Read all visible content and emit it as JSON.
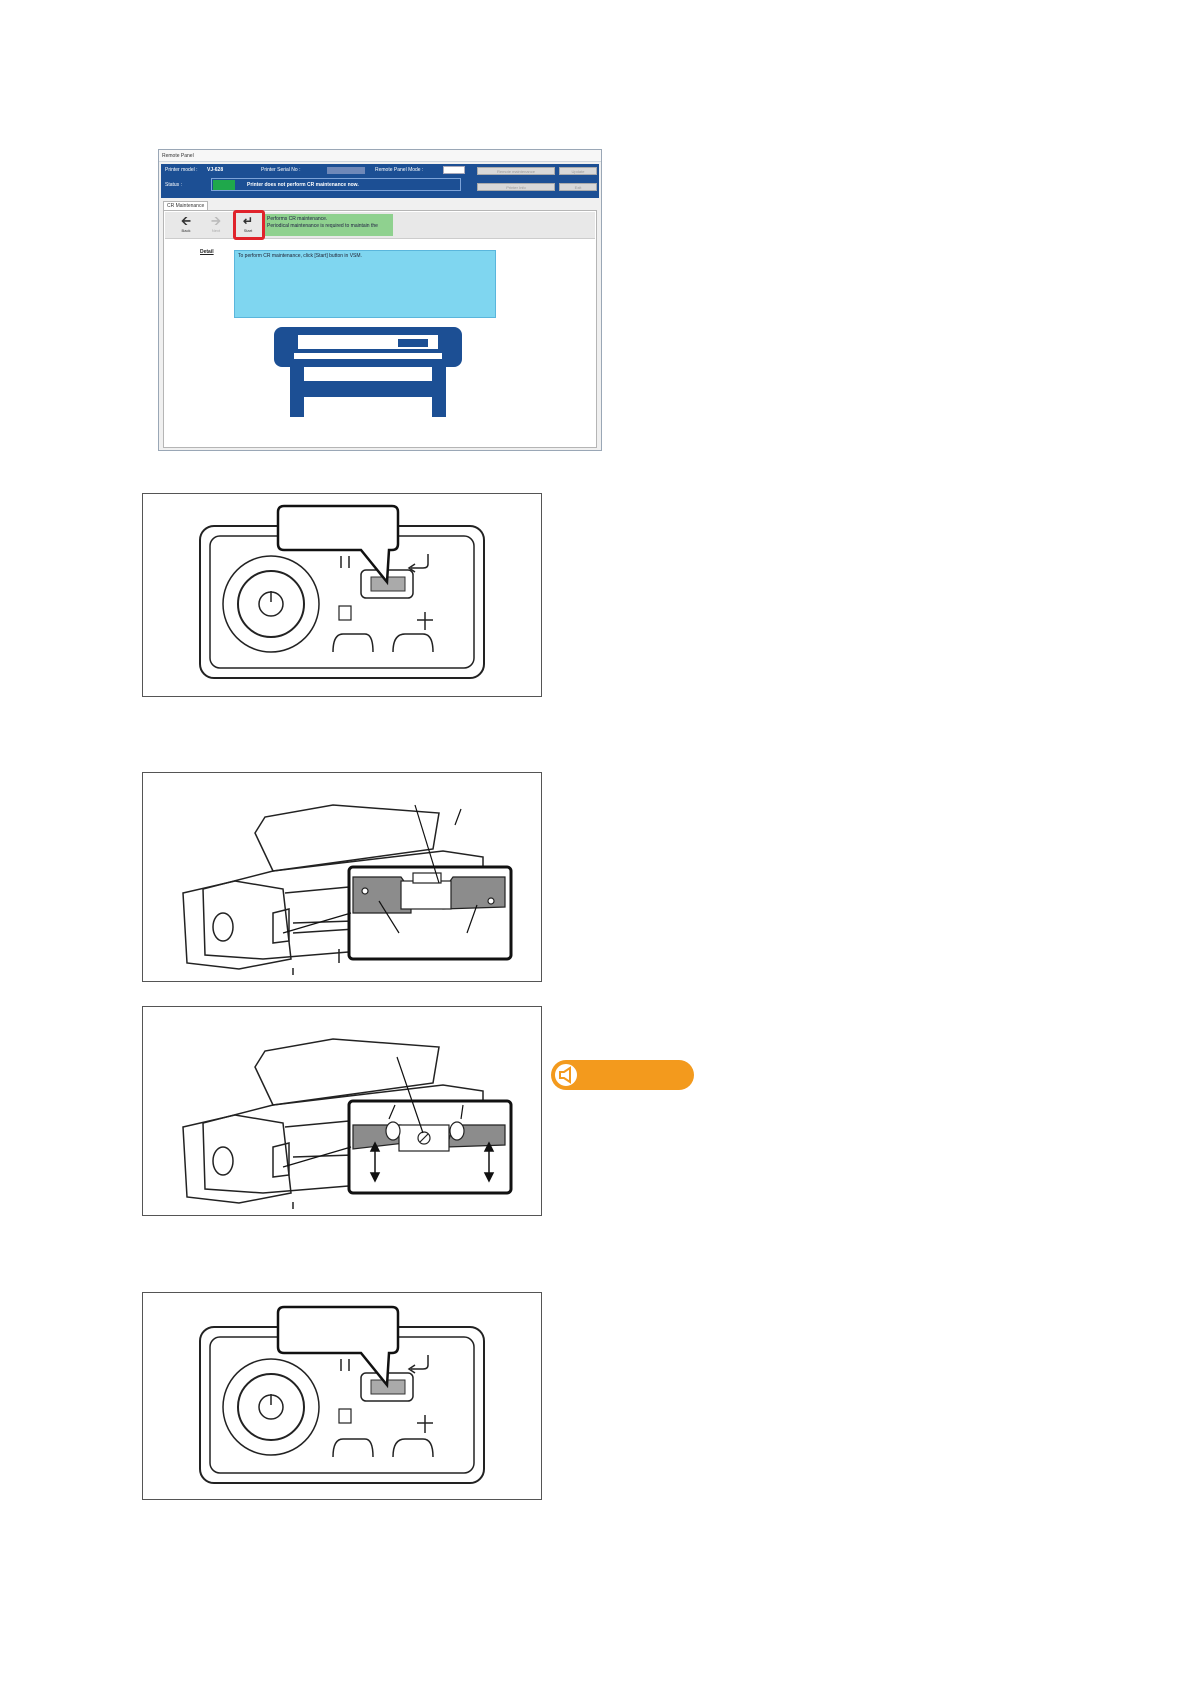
{
  "remote_panel": {
    "window_title": "Remote Panel",
    "printer_model_label": "Printer model :",
    "printer_model_value": "VJ-628",
    "serial_label": "Printer Serial No :",
    "mode_label": "Remote Panel Mode :",
    "status_label": "Status :",
    "status_text": "Printer does not perform CR maintenance now.",
    "header_buttons": [
      "Remote maintenance",
      "Update",
      "Printer Info",
      "Exit"
    ],
    "tab_label": "CR Maintenance",
    "toolbar": {
      "back": "Back",
      "next": "Next",
      "start": "Start"
    },
    "message_lines": [
      "Performs CR maintenance.",
      "Periodical maintenance is required to maintain the"
    ],
    "detail_label": "Detail",
    "detail_text": "To perform CR maintenance, click [Start] button in VSM.",
    "colors": {
      "header": "#1c4f94",
      "status_lamp": "#1fa84b",
      "detail_bg": "#7fd6f0",
      "message_bg": "#8fd18f",
      "highlight": "#e0232b"
    }
  },
  "figures": [
    {
      "id": "operation-panel-1",
      "icon": "operation-panel-illustration"
    },
    {
      "id": "carriage-1",
      "icon": "printer-carriage-illustration"
    },
    {
      "id": "carriage-2",
      "icon": "printer-carriage-lever-illustration"
    },
    {
      "id": "operation-panel-2",
      "icon": "operation-panel-illustration"
    }
  ],
  "caution_tag": {
    "icon": "speaker-icon",
    "color": "#f39a1d"
  }
}
